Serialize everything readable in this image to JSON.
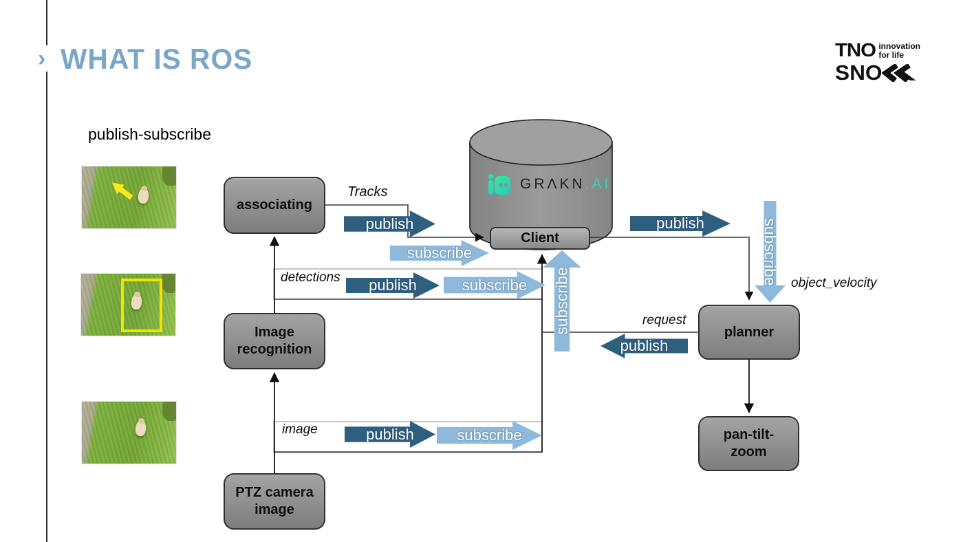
{
  "slide": {
    "title": "WHAT IS ROS",
    "subtitle": "publish-subscribe",
    "chevron": "›"
  },
  "branding": {
    "tno": "TNO",
    "tagline1": "innovation",
    "tagline2": "for life",
    "project": "SNOW",
    "project_display": "SNO"
  },
  "colors": {
    "accent": "#7AA6C8",
    "publish": "#2E5F7E",
    "subscribe": "#8FB9DB",
    "grakn_teal": "#2FD8AC",
    "node_gray": "#8f8f8f",
    "annotation_yellow": "#F4E300"
  },
  "nodes": {
    "associating": "associating",
    "client": "Client",
    "image_recognition": "Image recognition",
    "ptz_camera": "PTZ camera image",
    "planner": "planner",
    "pan_tilt_zoom": "pan-tilt-zoom"
  },
  "database": {
    "brand": "GRΛKN",
    "brand_suffix": ".AI"
  },
  "edge_labels": {
    "tracks": "Tracks",
    "detections": "detections",
    "image": "image",
    "request": "request",
    "object_velocity": "object_velocity"
  },
  "arrows": {
    "publish": "publish",
    "subscribe": "subscribe"
  },
  "photos": [
    {
      "name": "lamb-photo-motion-arrow",
      "overlay": "yellow direction arrow"
    },
    {
      "name": "lamb-photo-detection-box",
      "overlay": "yellow bounding box"
    },
    {
      "name": "lamb-photo-plain",
      "overlay": "none"
    }
  ]
}
